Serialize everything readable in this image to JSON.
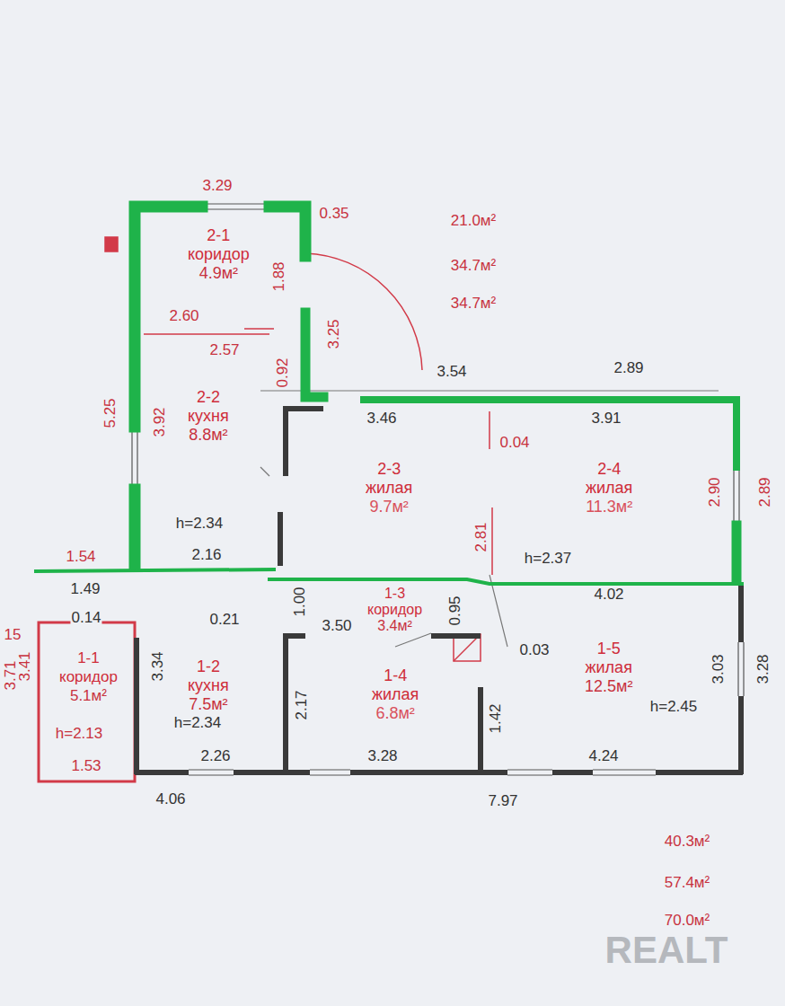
{
  "diagram": {
    "nodes": [
      {
        "text": [
          "2-1",
          "коридор",
          "4.9м²"
        ]
      },
      {
        "text": [
          "2-2",
          "кухня",
          "8.8м²"
        ]
      },
      {
        "text": [
          "2-3",
          "жилая",
          "9.7м²"
        ]
      },
      {
        "text": [
          "2-4",
          "жилая",
          "11.3м²"
        ]
      },
      {
        "text": [
          "1-1",
          "коридор",
          "5.1м²"
        ]
      },
      {
        "text": [
          "1-2",
          "кухня",
          "7.5м²"
        ]
      },
      {
        "text": [
          "1-3",
          "коридор",
          "3.4м²"
        ]
      },
      {
        "text": [
          "1-4",
          "жилая",
          "6.8м²"
        ]
      },
      {
        "text": [
          "1-5",
          "жилая",
          "12.5м²"
        ]
      }
    ],
    "labels": [
      "3.29",
      "0.35",
      "21.0м²",
      "34.7м²",
      "34.7м²",
      "1.88",
      "2.60",
      "2.57",
      "3.25",
      "0.92",
      "3.54",
      "2.89",
      "3.46",
      "3.91",
      "0.04",
      "2.90",
      "2.89",
      "5.25",
      "3.92",
      "h=2.34",
      "2.16",
      "2.81",
      "h=2.37",
      "1.54",
      "1.49",
      "15",
      "4.02",
      "1.00",
      "0.95",
      "0.14",
      "3.41",
      "3.71",
      "3.34",
      "0.21",
      "3.50",
      "0.03",
      "3.03",
      "3.28",
      "2.17",
      "1.42",
      "h=2.45",
      "h=2.34",
      "h=2.13",
      "2.26",
      "3.28",
      "4.24",
      "1.53",
      "4.06",
      "7.97",
      "40.3м²",
      "57.4м²",
      "70.0м²",
      "REALT"
    ]
  }
}
